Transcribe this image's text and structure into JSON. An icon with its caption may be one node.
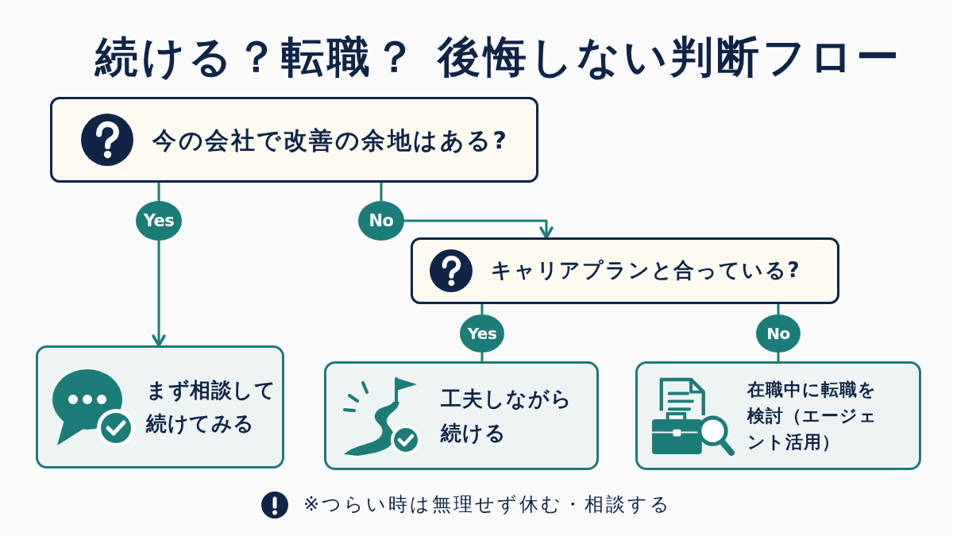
{
  "diagram": {
    "title": "続ける？転職？ 後悔しない判断フロー",
    "nodes": [
      {
        "text": [
          "今の会社で改善の余地はある?"
        ]
      },
      {
        "text": [
          "キャリアプランと合っている?"
        ]
      },
      {
        "text": [
          "まず相談して続けてみる"
        ]
      },
      {
        "text": [
          "工夫しながら続ける"
        ]
      },
      {
        "text": [
          "在職中に転職を検討（エージェント活用）"
        ]
      }
    ],
    "edges": [
      {
        "from": 0,
        "to": 2,
        "arrow": "to",
        "label": "Yes"
      },
      {
        "from": 0,
        "to": 1,
        "arrow": "to",
        "label": "No"
      },
      {
        "from": 1,
        "to": 3,
        "arrow": "none",
        "label": "Yes"
      },
      {
        "from": 1,
        "to": 4,
        "arrow": "none",
        "label": "No"
      }
    ],
    "labels": [
      "※つらい時は無理せず休む・相談する"
    ]
  }
}
